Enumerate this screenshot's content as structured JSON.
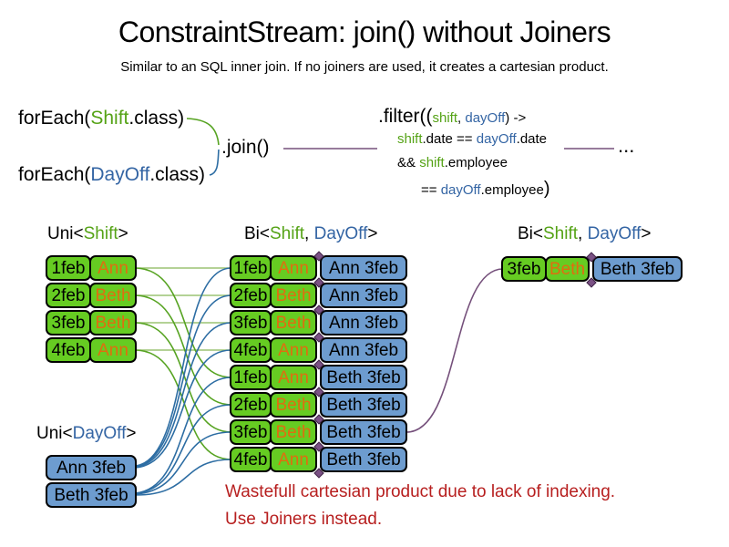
{
  "title": "ConstraintStream: join() without Joiners",
  "subtitle": "Similar to an SQL inner join. If no joiners are used, it creates a cartesian product.",
  "code": {
    "foreach_shift": {
      "pre": "forEach(",
      "type": "Shift",
      "post": ".class)"
    },
    "foreach_dayoff": {
      "pre": "forEach(",
      "type": "DayOff",
      "post": ".class)"
    },
    "join": ".join()",
    "filter": {
      "open": ".filter((",
      "arg1": "shift",
      "comma": ", ",
      "arg2": "dayOff",
      "arrow": ") ->",
      "l2": {
        "a": "shift",
        "b": ".date == ",
        "c": "dayOff",
        "d": ".date"
      },
      "l3": {
        "a": "&& ",
        "b": "shift",
        "c": ".employee"
      },
      "l4": {
        "a": "== ",
        "b": "dayOff",
        "c": ".employee",
        "close": ")"
      }
    },
    "ellipsis": "..."
  },
  "tables": {
    "uni_shift": {
      "label": [
        "Uni<",
        "Shift",
        ">"
      ],
      "rows": [
        {
          "date": "1feb",
          "name": "Ann"
        },
        {
          "date": "2feb",
          "name": "Beth"
        },
        {
          "date": "3feb",
          "name": "Beth"
        },
        {
          "date": "4feb",
          "name": "Ann"
        }
      ]
    },
    "bi": {
      "label": [
        "Bi<",
        "Shift",
        ", ",
        "DayOff",
        ">"
      ],
      "rows": [
        {
          "date": "1feb",
          "name": "Ann",
          "dayoff": "Ann 3feb"
        },
        {
          "date": "2feb",
          "name": "Beth",
          "dayoff": "Ann 3feb"
        },
        {
          "date": "3feb",
          "name": "Beth",
          "dayoff": "Ann 3feb"
        },
        {
          "date": "4feb",
          "name": "Ann",
          "dayoff": "Ann 3feb"
        },
        {
          "date": "1feb",
          "name": "Ann",
          "dayoff": "Beth 3feb"
        },
        {
          "date": "2feb",
          "name": "Beth",
          "dayoff": "Beth 3feb"
        },
        {
          "date": "3feb",
          "name": "Beth",
          "dayoff": "Beth 3feb"
        },
        {
          "date": "4feb",
          "name": "Ann",
          "dayoff": "Beth 3feb"
        }
      ]
    },
    "bi_right": {
      "label": [
        "Bi<",
        "Shift",
        ", ",
        "DayOff",
        ">"
      ],
      "rows": [
        {
          "date": "3feb",
          "name": "Beth",
          "dayoff": "Beth 3feb"
        }
      ]
    },
    "uni_dayoff": {
      "label": [
        "Uni<",
        "DayOff",
        ">"
      ],
      "rows": [
        {
          "text": "Ann 3feb"
        },
        {
          "text": "Beth 3feb"
        }
      ]
    }
  },
  "warning": {
    "line1": "Wastefull cartesian product due to lack of indexing.",
    "line2": "Use Joiners instead."
  },
  "colors": {
    "shift_green_fill": "#66cc22",
    "dayoff_blue_fill": "#6d9ccf",
    "shift_text_green": "#55a316",
    "dayoff_text_blue": "#3465a4",
    "employee_orange": "#e06d10",
    "warning_red": "#b71f1f",
    "wire_green": "#56a321",
    "wire_green_light": "#9cc473",
    "wire_blue": "#2d6da3",
    "wire_purple": "#75507b"
  }
}
